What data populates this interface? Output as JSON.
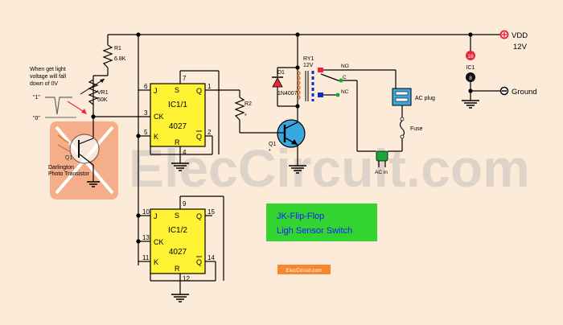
{
  "supply": {
    "vdd_label": "VDD",
    "vdd_voltage": "12V",
    "ground_label": "Ground"
  },
  "note": {
    "line1": "When get light",
    "line2": "voltage will fall",
    "line3": "down of 0V",
    "logic_high": "\"1\"",
    "logic_low": "\"0\""
  },
  "parts": {
    "r1_name": "R1",
    "r1_value": "6.8K",
    "vr1_name": "VR1",
    "vr1_value": "50K",
    "q1_name": "Q1",
    "q1_desc1": "Darlington",
    "q1_desc2": "Photo Transistor",
    "r2_name": "R2",
    "r2_value": "*",
    "q2_name": "Q1",
    "q2_value": "*",
    "d1_name": "D1",
    "d1_value": "1N4007",
    "ry1_name": "RY1",
    "ry1_value": "12V",
    "no_label": "NO",
    "c_label": "C",
    "nc_label": "NC",
    "acplug_label": "AC plug",
    "fuse_label": "Fuse",
    "acin_label": "AC in",
    "ic1_label": "IC1",
    "ic1_pin16": "16",
    "ic1_pin8": "8"
  },
  "ic_top": {
    "name": "IC1/1",
    "part": "4027",
    "pin_j": "J",
    "pin_ck": "CK",
    "pin_k": "K",
    "pin_s": "S",
    "pin_r": "R",
    "pin_q": "Q",
    "pin_qb": "Q",
    "num_s": "7",
    "num_j": "6",
    "num_ck": "3",
    "num_k": "5",
    "num_r": "4",
    "num_q": "1",
    "num_qb": "2"
  },
  "ic_bottom": {
    "name": "IC1/2",
    "part": "4027",
    "pin_j": "J",
    "pin_ck": "CK",
    "pin_k": "K",
    "pin_s": "S",
    "pin_r": "R",
    "pin_q": "Q",
    "pin_qb": "Q",
    "num_s": "9",
    "num_j": "10",
    "num_ck": "13",
    "num_k": "11",
    "num_r": "12",
    "num_q": "15",
    "num_qb": "14"
  },
  "title_box": {
    "line1": "JK-Flip-Flop",
    "line2": "Ligh Sensor Switch"
  },
  "watermark": "ElecCircuit.com",
  "badge": "ElecCircuit.com",
  "colors": {
    "background": "#fcebd9",
    "wire": "#000000",
    "ic_fill": "#fff333",
    "title_fill": "#32d432",
    "title_text": "#1a1aff",
    "badge_fill": "#f6872f",
    "vdd_dot": "#e8283a",
    "relay_blue": "#0a2fc8",
    "plug_fill": "#3aa8e0",
    "acin_green": "#1aa63a",
    "watermark": "#d9cec4"
  }
}
